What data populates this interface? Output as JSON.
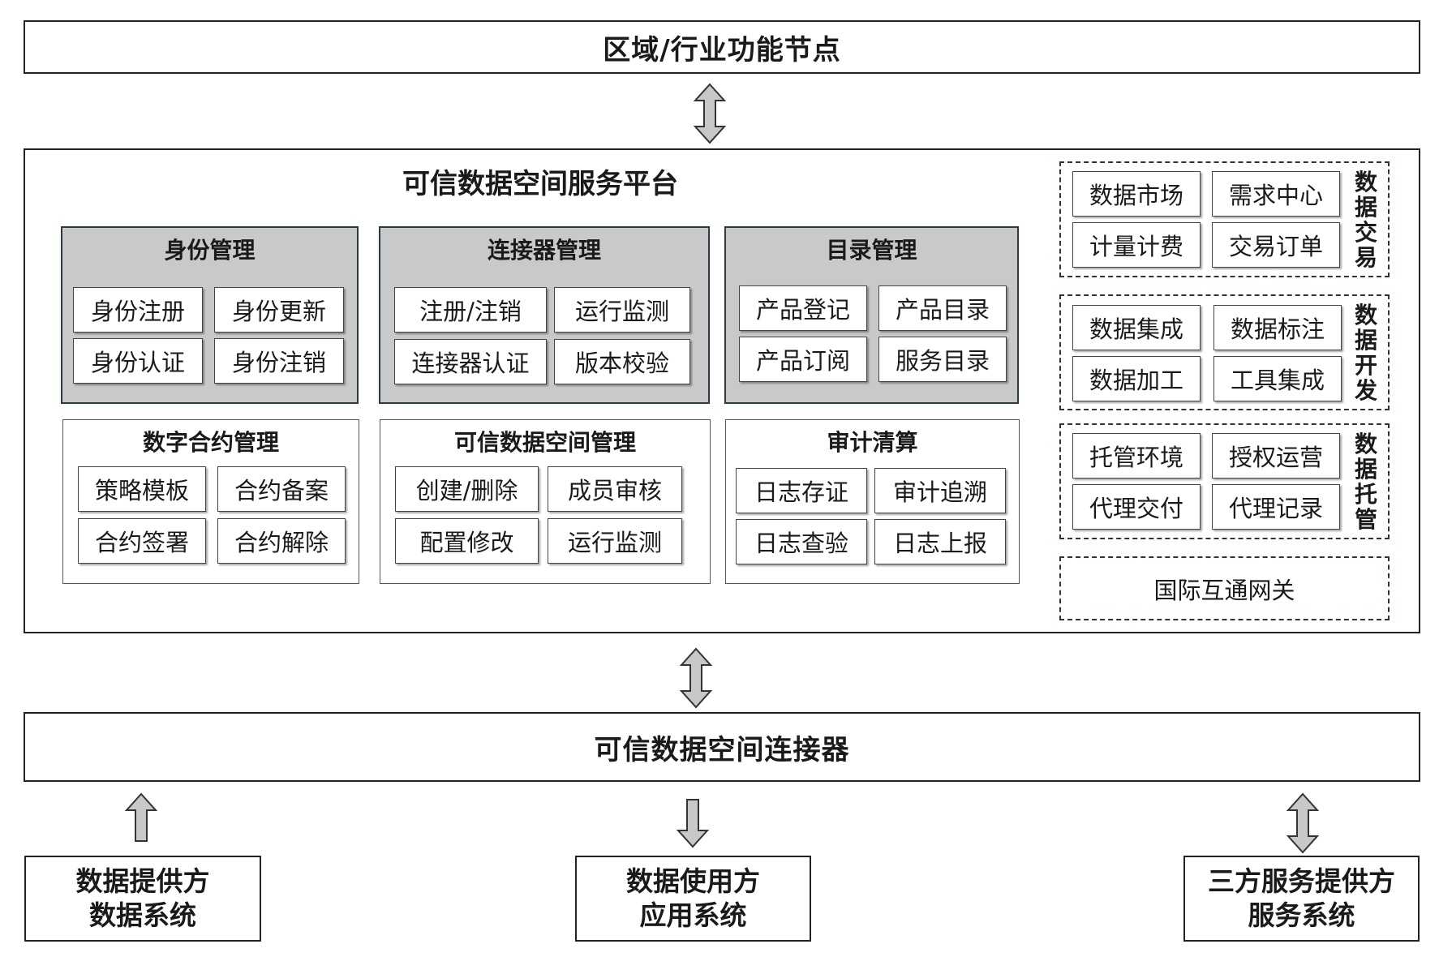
{
  "top_node": "区域/行业功能节点",
  "platform": {
    "title": "可信数据空间服务平台",
    "groups": [
      {
        "title": "身份管理",
        "items": [
          "身份注册",
          "身份更新",
          "身份认证",
          "身份注销"
        ]
      },
      {
        "title": "连接器管理",
        "items": [
          "注册/注销",
          "运行监测",
          "连接器认证",
          "版本校验"
        ]
      },
      {
        "title": "目录管理",
        "items": [
          "产品登记",
          "产品目录",
          "产品订阅",
          "服务目录"
        ]
      },
      {
        "title": "数字合约管理",
        "items": [
          "策略模板",
          "合约备案",
          "合约签署",
          "合约解除"
        ]
      },
      {
        "title": "可信数据空间管理",
        "items": [
          "创建/删除",
          "成员审核",
          "配置修改",
          "运行监测"
        ]
      },
      {
        "title": "审计清算",
        "items": [
          "日志存证",
          "审计追溯",
          "日志查验",
          "日志上报"
        ]
      }
    ],
    "side_groups": [
      {
        "label": "数据交易",
        "items": [
          "数据市场",
          "需求中心",
          "计量计费",
          "交易订单"
        ]
      },
      {
        "label": "数据开发",
        "items": [
          "数据集成",
          "数据标注",
          "数据加工",
          "工具集成"
        ]
      },
      {
        "label": "数据托管",
        "items": [
          "托管环境",
          "授权运营",
          "代理交付",
          "代理记录"
        ]
      }
    ],
    "gateway": "国际互通网关"
  },
  "connector": "可信数据空间连接器",
  "systems": [
    {
      "line1": "数据提供方",
      "line2": "数据系统"
    },
    {
      "line1": "数据使用方",
      "line2": "应用系统"
    },
    {
      "line1": "三方服务提供方",
      "line2": "服务系统"
    }
  ]
}
